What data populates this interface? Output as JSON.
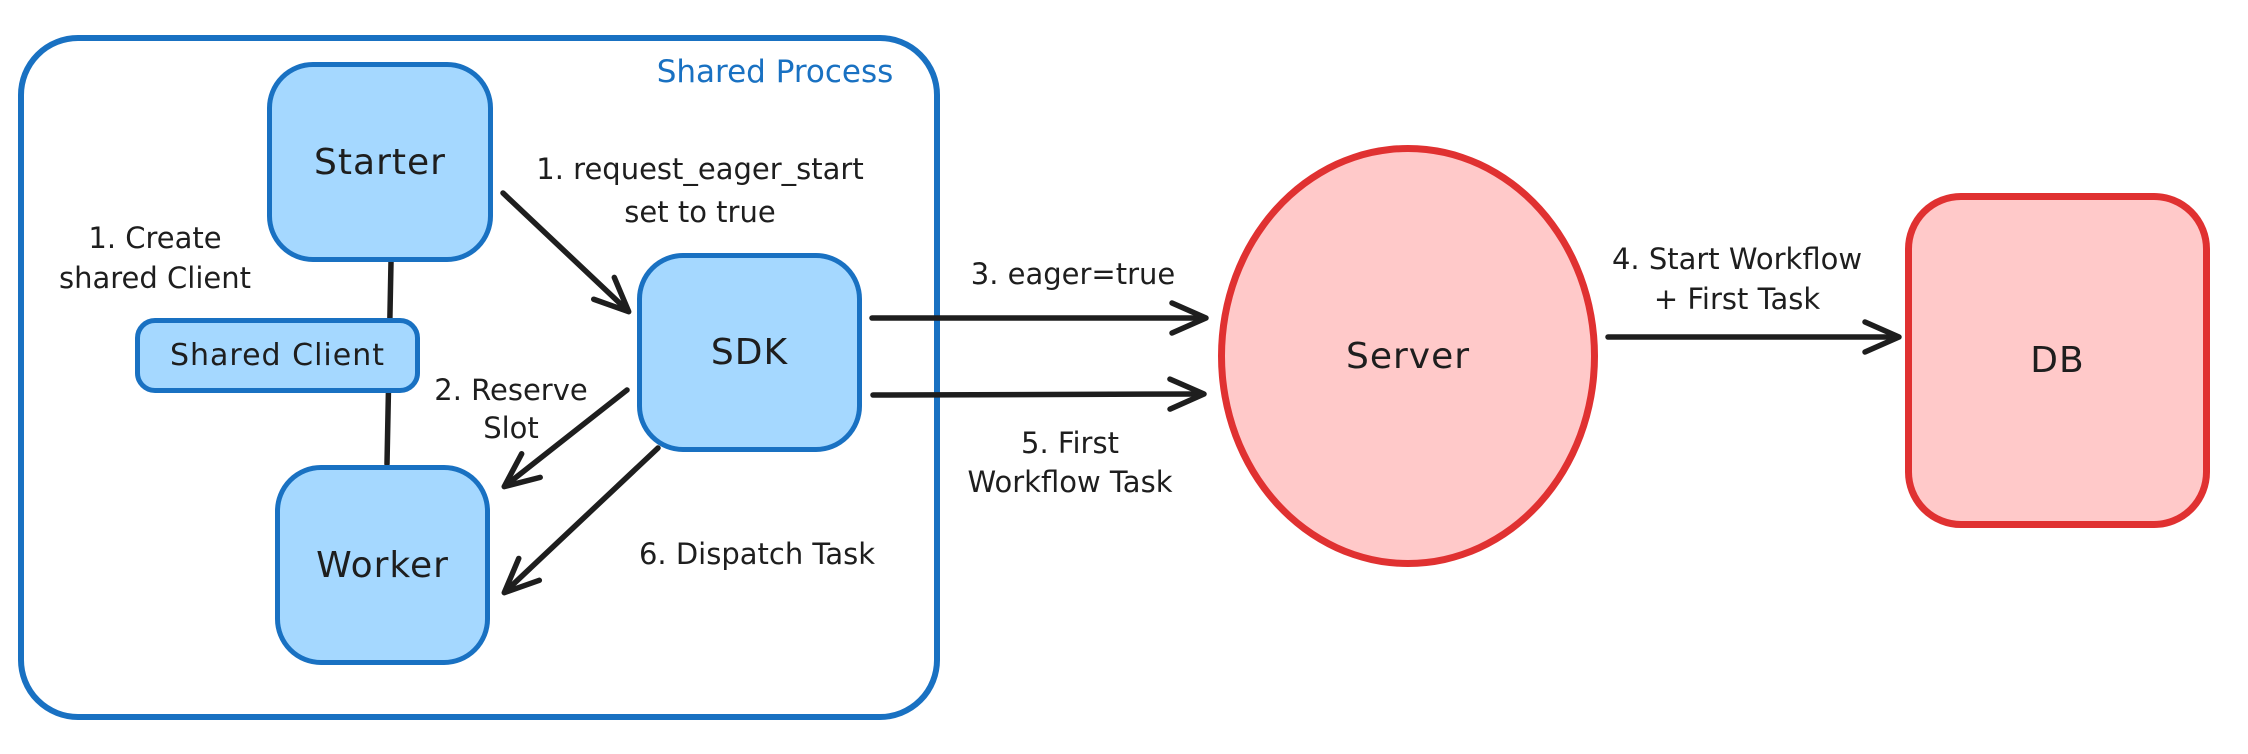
{
  "diagram": {
    "shared_process": {
      "label": "Shared Process"
    },
    "nodes": {
      "starter": {
        "label": "Starter"
      },
      "shared_client": {
        "label": "Shared Client"
      },
      "worker": {
        "label": "Worker"
      },
      "sdk": {
        "label": "SDK"
      },
      "server": {
        "label": "Server"
      },
      "db": {
        "label": "DB"
      }
    },
    "annotations": {
      "create_shared_client": {
        "line1": "1. Create",
        "line2": "shared Client"
      },
      "request_eager_start": {
        "line1": "1. request_eager_start",
        "line2": "set to true"
      },
      "reserve_slot": {
        "line1": "2. Reserve",
        "line2": "Slot"
      },
      "eager_true": {
        "line1": "3. eager=true"
      },
      "start_workflow": {
        "line1": "4. Start Workflow",
        "line2": "+ First Task"
      },
      "first_workflow_task": {
        "line1": "5. First",
        "line2": "Workflow Task"
      },
      "dispatch_task": {
        "line1": "6. Dispatch Task"
      }
    },
    "edges": [
      {
        "from": "starter",
        "to": "worker",
        "via": "shared_client",
        "label": "1. Create shared Client"
      },
      {
        "from": "starter",
        "to": "sdk",
        "label": "1. request_eager_start set to true"
      },
      {
        "from": "sdk",
        "to": "worker",
        "label": "2. Reserve Slot"
      },
      {
        "from": "sdk",
        "to": "server",
        "label": "3. eager=true"
      },
      {
        "from": "server",
        "to": "db",
        "label": "4. Start Workflow + First Task"
      },
      {
        "from": "sdk",
        "to": "server",
        "label": "5. First Workflow Task"
      },
      {
        "from": "sdk",
        "to": "worker",
        "label": "6. Dispatch Task"
      }
    ],
    "colors": {
      "blue_stroke": "#1971c2",
      "blue_fill": "#a5d8ff",
      "red_stroke": "#e03131",
      "red_fill": "#ffc9c9",
      "ink": "#1e1e1e"
    }
  }
}
